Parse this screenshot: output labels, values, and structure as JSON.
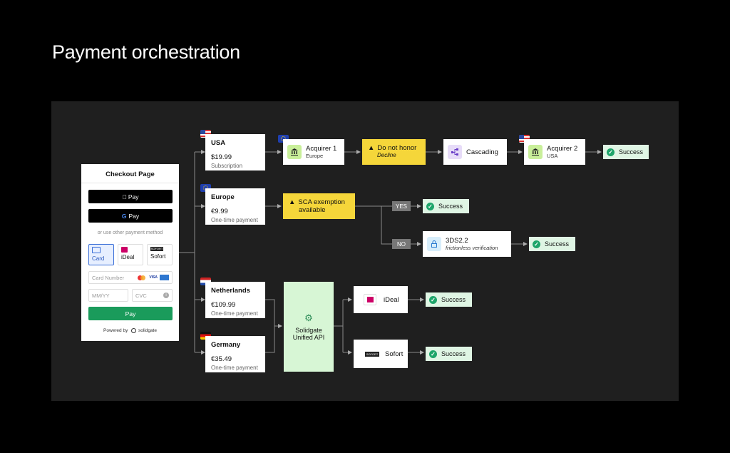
{
  "title": "Payment orchestration",
  "checkout": {
    "title": "Checkout Page",
    "apple_pay": "Pay",
    "google_pay": "Pay",
    "separator": "or use other payment method",
    "methods": [
      "Card",
      "iDeal",
      "Sofort"
    ],
    "card_number_placeholder": "Card Number",
    "expiry_placeholder": "MM/YY",
    "cvc_placeholder": "CVC",
    "card_logos": [
      "VISA"
    ],
    "pay_label": "Pay",
    "powered_by": "Powered by",
    "powered_brand": "solidgate",
    "sofort_logo": "SOFORT"
  },
  "flows": {
    "usa": {
      "country": "USA",
      "amount": "$19.99",
      "type": "Subscription"
    },
    "europe": {
      "country": "Europe",
      "amount": "€9.99",
      "type": "One-time payment"
    },
    "netherlands": {
      "country": "Netherlands",
      "amount": "€109.99",
      "type": "One-time payment"
    },
    "germany": {
      "country": "Germany",
      "amount": "€35.49",
      "type": "One-time payment"
    }
  },
  "nodes": {
    "acquirer1": {
      "title": "Acquirer 1",
      "sub": "Europe"
    },
    "do_not_honor": {
      "title": "Do not honor",
      "sub": "Decline"
    },
    "cascading": {
      "title": "Cascading"
    },
    "acquirer2": {
      "title": "Acquirer 2",
      "sub": "USA"
    },
    "sca": {
      "title": "SCA exemption",
      "sub": "available"
    },
    "yes": "YES",
    "no": "NO",
    "threeds": {
      "title": "3DS2.2",
      "sub": "frictionless verification"
    },
    "api": {
      "line1": "Solidgate",
      "line2": "Unified API"
    },
    "ideal": {
      "title": "iDeal"
    },
    "sofort": {
      "title": "Sofort",
      "logo": "SOFORT"
    },
    "success": "Success"
  },
  "colors": {
    "success": "#1ea56a",
    "warning": "#f5d63a",
    "api": "#d7f6d5",
    "bank": "#c9ef9a",
    "panel": "#1f1f1f"
  },
  "icons": [
    "apple-icon",
    "google-icon",
    "card-icon",
    "ideal-icon",
    "sofort-icon",
    "bank-icon",
    "warning-icon",
    "cascading-icon",
    "lock-icon",
    "gear-icon",
    "check-icon",
    "info-icon",
    "mastercard-icon",
    "amex-icon"
  ]
}
